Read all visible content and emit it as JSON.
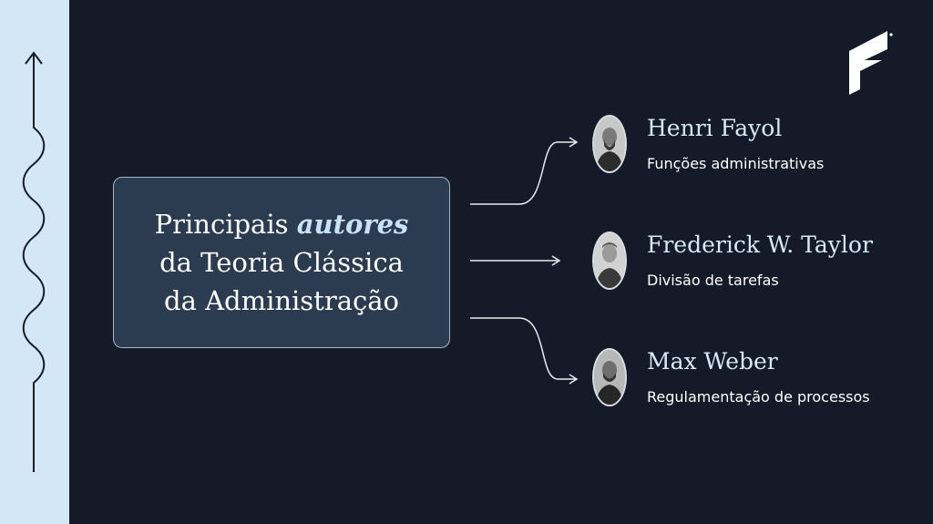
{
  "title": {
    "line1_prefix": "Principais",
    "line1_accent": "autores",
    "line2": "da Teoria Clássica",
    "line3": "da Administração"
  },
  "authors": [
    {
      "name": "Henri Fayol",
      "role": "Funções administrativas"
    },
    {
      "name": "Frederick W. Taylor",
      "role": "Divisão de tarefas"
    },
    {
      "name": "Max Weber",
      "role": "Regulamentação de processos"
    }
  ],
  "colors": {
    "background": "#141a27",
    "side_strip": "#d3e7f6",
    "box_fill": "#2b3b50",
    "accent_text": "#c9e3f6",
    "author_name": "#d6e9f8"
  },
  "icons": [
    "up-arrow-icon",
    "brand-logo-icon",
    "connector-arrow-icon",
    "portrait-icon"
  ]
}
